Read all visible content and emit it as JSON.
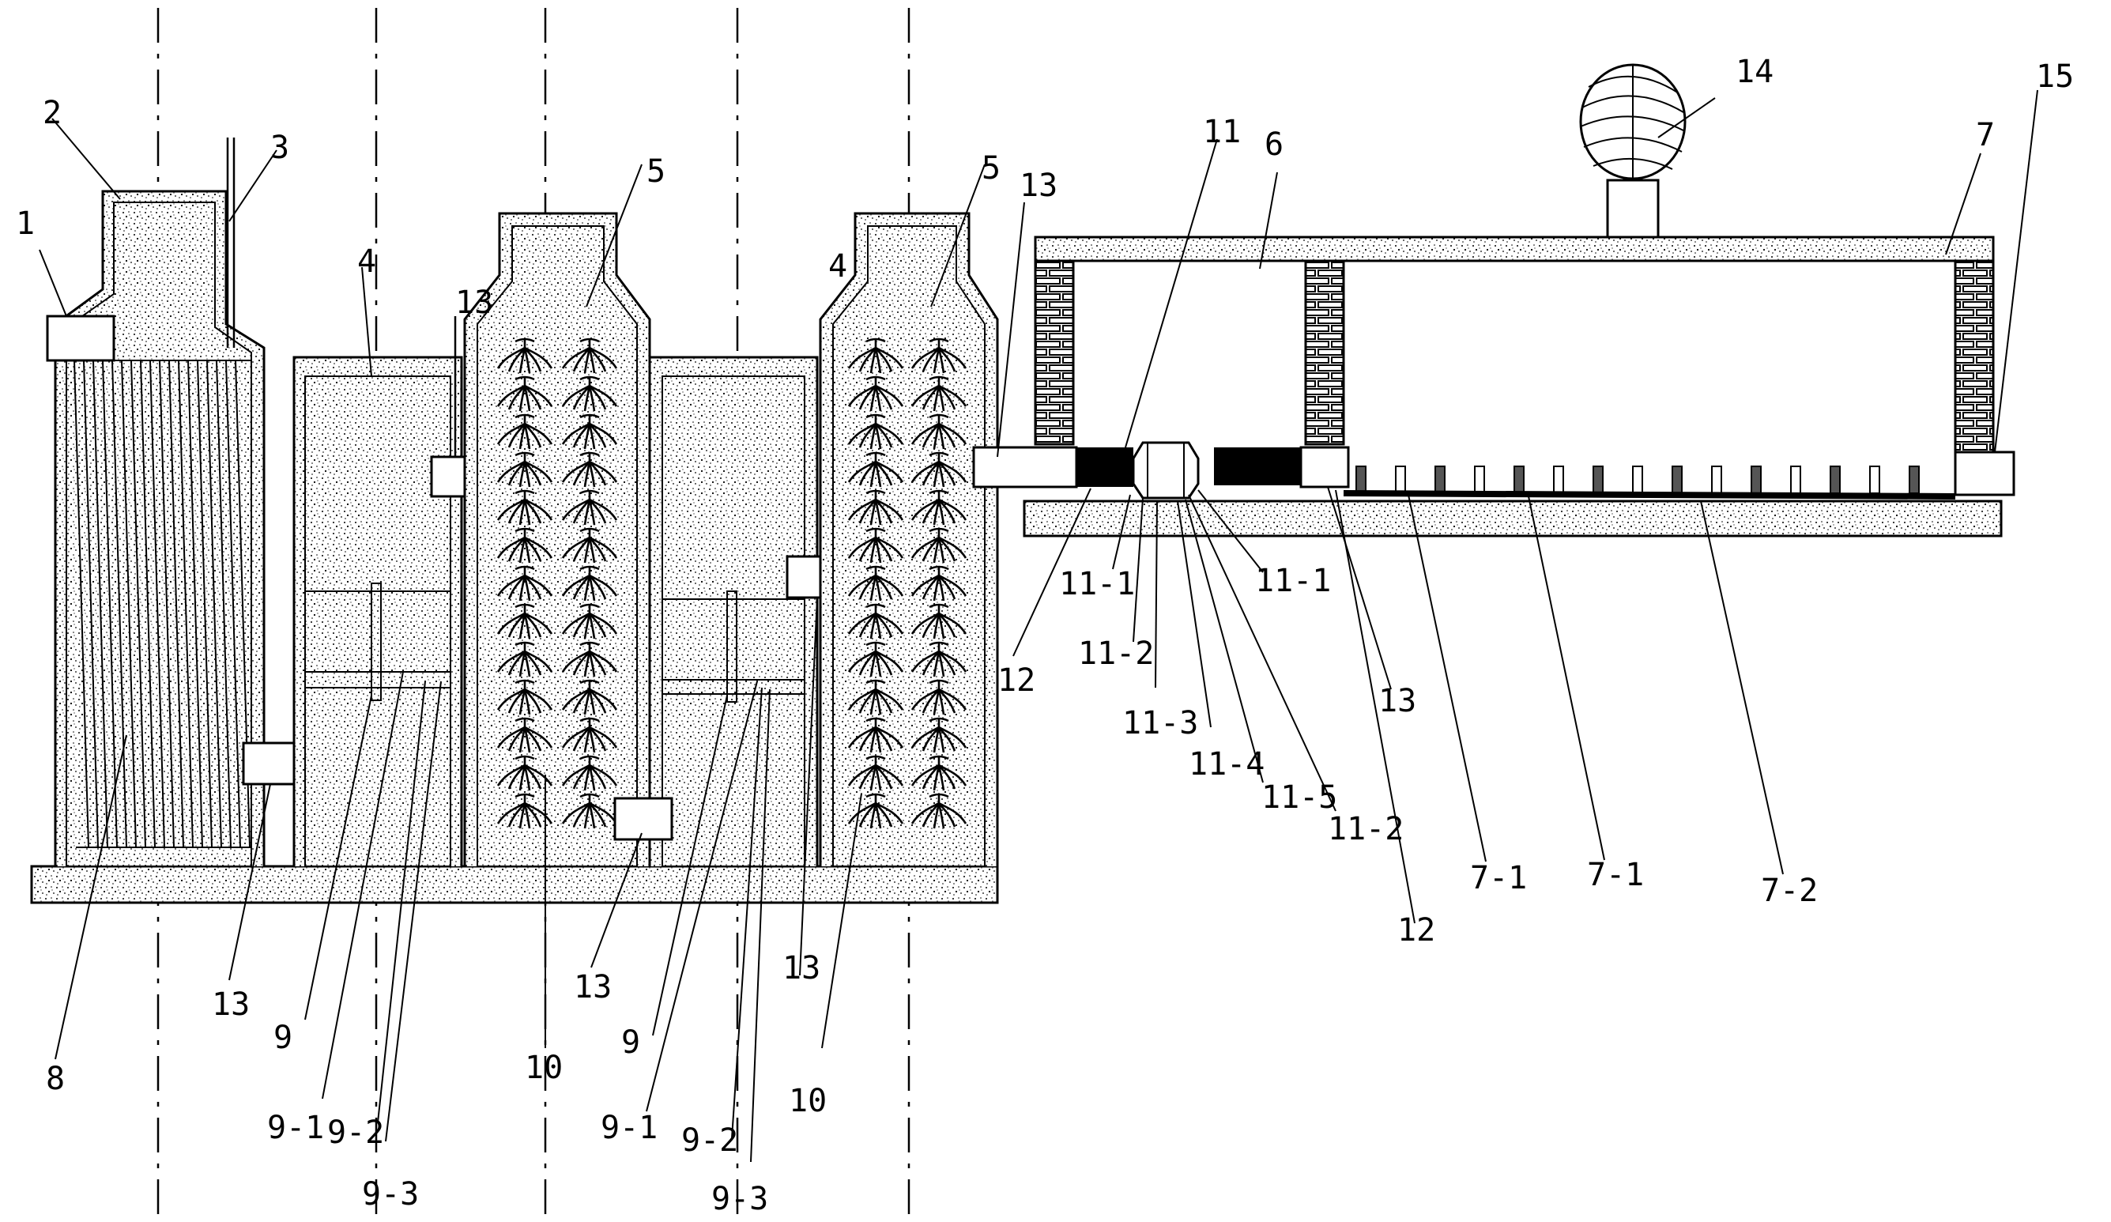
{
  "diagram": {
    "labels": [
      {
        "id": "l1",
        "text": "1"
      },
      {
        "id": "l2",
        "text": "2"
      },
      {
        "id": "l3",
        "text": "3"
      },
      {
        "id": "l4a",
        "text": "4"
      },
      {
        "id": "l4b",
        "text": "4"
      },
      {
        "id": "l5a",
        "text": "5"
      },
      {
        "id": "l5b",
        "text": "5"
      },
      {
        "id": "l6",
        "text": "6"
      },
      {
        "id": "l7",
        "text": "7"
      },
      {
        "id": "l8",
        "text": "8"
      },
      {
        "id": "l9a",
        "text": "9"
      },
      {
        "id": "l9b",
        "text": "9"
      },
      {
        "id": "l91a",
        "text": "9-1"
      },
      {
        "id": "l91b",
        "text": "9-1"
      },
      {
        "id": "l92a",
        "text": "9-2"
      },
      {
        "id": "l92b",
        "text": "9-2"
      },
      {
        "id": "l93a",
        "text": "9-3"
      },
      {
        "id": "l93b",
        "text": "9-3"
      },
      {
        "id": "l10a",
        "text": "10"
      },
      {
        "id": "l10b",
        "text": "10"
      },
      {
        "id": "l11",
        "text": "11"
      },
      {
        "id": "l111a",
        "text": "11-1"
      },
      {
        "id": "l111b",
        "text": "11-1"
      },
      {
        "id": "l112a",
        "text": "11-2"
      },
      {
        "id": "l112b",
        "text": "11-2"
      },
      {
        "id": "l113",
        "text": "11-3"
      },
      {
        "id": "l114",
        "text": "11-4"
      },
      {
        "id": "l115",
        "text": "11-5"
      },
      {
        "id": "l12a",
        "text": "12"
      },
      {
        "id": "l12b",
        "text": "12"
      },
      {
        "id": "l13a",
        "text": "13"
      },
      {
        "id": "l13b",
        "text": "13"
      },
      {
        "id": "l13c",
        "text": "13"
      },
      {
        "id": "l13d",
        "text": "13"
      },
      {
        "id": "l13e",
        "text": "13"
      },
      {
        "id": "l13f",
        "text": "13"
      },
      {
        "id": "l14",
        "text": "14"
      },
      {
        "id": "l15",
        "text": "15"
      },
      {
        "id": "l71a",
        "text": "7-1"
      },
      {
        "id": "l71b",
        "text": "7-1"
      },
      {
        "id": "l72",
        "text": "7-2"
      }
    ]
  }
}
